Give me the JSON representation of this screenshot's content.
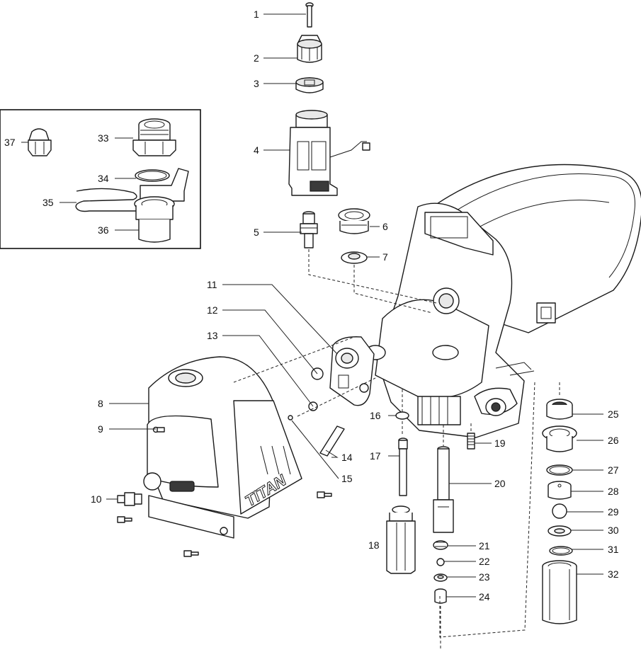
{
  "callouts": [
    "1",
    "2",
    "3",
    "4",
    "5",
    "6",
    "7",
    "8",
    "9",
    "10",
    "11",
    "12",
    "13",
    "14",
    "15",
    "16",
    "17",
    "18",
    "19",
    "20",
    "21",
    "22",
    "23",
    "24",
    "25",
    "26",
    "27",
    "28",
    "29",
    "30",
    "31",
    "32",
    "33",
    "34",
    "35",
    "36",
    "37"
  ],
  "brand_mark": "TITAN"
}
